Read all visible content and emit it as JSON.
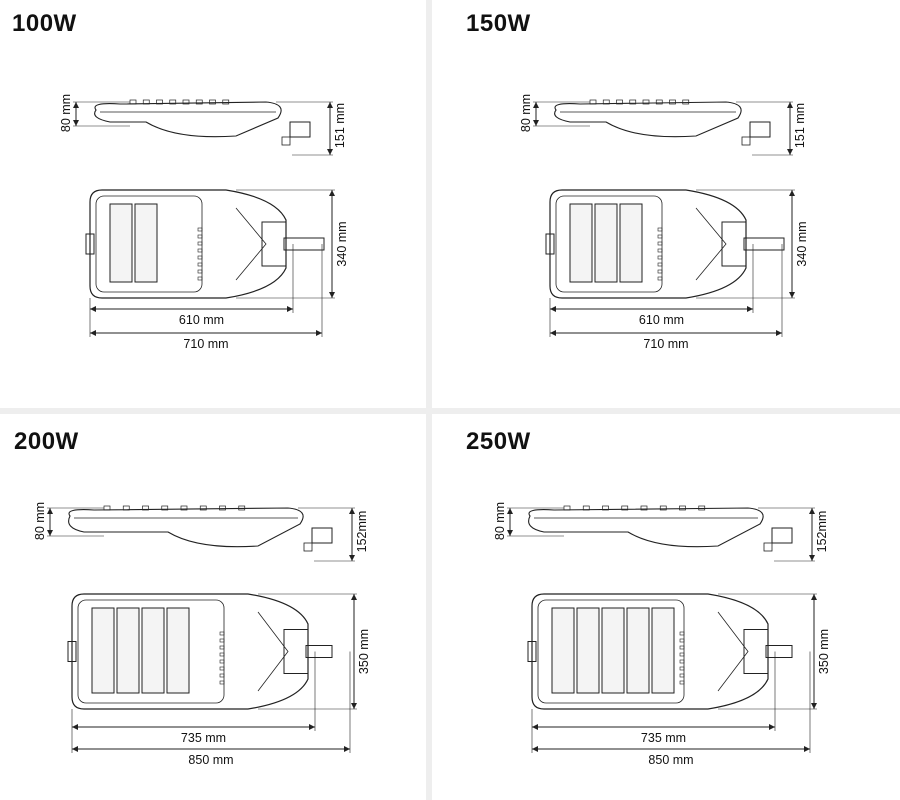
{
  "colors": {
    "background": "#ffffff",
    "divider": "#eeeeee",
    "line": "#222222",
    "panel_fill": "#f4f4f4"
  },
  "panels": [
    {
      "title": "100W",
      "height_label": "80 mm",
      "side_total_label": "151 mm",
      "width_label": "340 mm",
      "inner_length_label": "610 mm",
      "total_length_label": "710 mm",
      "led_modules": 2
    },
    {
      "title": "150W",
      "height_label": "80 mm",
      "side_total_label": "151 mm",
      "width_label": "340 mm",
      "inner_length_label": "610 mm",
      "total_length_label": "710 mm",
      "led_modules": 3
    },
    {
      "title": "200W",
      "height_label": "80 mm",
      "side_total_label": "152mm",
      "width_label": "350 mm",
      "inner_length_label": "735 mm",
      "total_length_label": "850 mm",
      "led_modules": 4
    },
    {
      "title": "250W",
      "height_label": "80 mm",
      "side_total_label": "152mm",
      "width_label": "350 mm",
      "inner_length_label": "735 mm",
      "total_length_label": "850 mm",
      "led_modules": 5
    }
  ]
}
